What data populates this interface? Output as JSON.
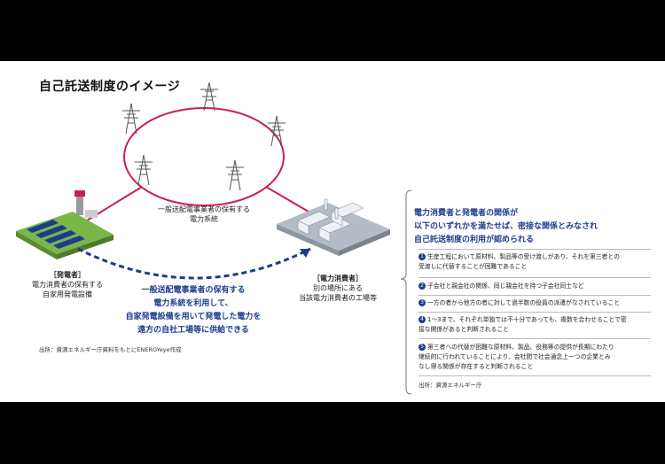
{
  "title": "自己託送制度のイメージ",
  "grid": {
    "label_line1": "一般送配電事業者の保有する",
    "label_line2": "電力系統"
  },
  "generator": {
    "tag": "［発電者］",
    "line1": "電力消費者の保有する",
    "line2": "自家用発電設備"
  },
  "consumer": {
    "tag": "［電力消費者］",
    "line1": "別の場所にある",
    "line2": "当該電力消費者の工場等"
  },
  "flow_text": {
    "line1": "一般送配電事業者の保有する",
    "line2": "電力系統を利用して、",
    "line3": "自家発電設備を用いて発電した電力を",
    "line4": "遠方の自社工場等に供給できる"
  },
  "left_source": "出所：資源エネルギー庁資料をもとにENERGYeye作成",
  "right_panel": {
    "heading_line1": "電力消費者と発電者の関係が",
    "heading_line2": "以下のいずれかを満たせば、密接な関係とみなされ",
    "heading_line3": "自己託送制度の利用が認められる",
    "conditions": [
      {
        "num": "1",
        "line1": "生産工程において原材料、製品等の受け渡しがあり、それを第三者との",
        "line2": "受渡しに代替することが困難であること"
      },
      {
        "num": "2",
        "line1": "子会社と親会社の関係、同じ親会社を持つ子会社同士など",
        "line2": ""
      },
      {
        "num": "3",
        "line1": "一方の者から他方の者に対して過半数の役員の派遣がなされていること",
        "line2": ""
      },
      {
        "num": "4",
        "line1": "1～3まで、それぞれ単独では不十分であっても、複数を合わせることで密",
        "line2": "接な関係があると判断されること"
      },
      {
        "num": "5",
        "line1": "第三者への代替が困難な原材料、製品、役務等の提供が長期にわたり",
        "line2": "継続的に行われていることにより、会社間で社会通念上一つの企業とみ",
        "line3": "なし得る関係が存在すると判断されること"
      }
    ],
    "source": "出所：資源エネルギー庁"
  },
  "colors": {
    "ring": "#c8214a",
    "accent_blue": "#1e3c8c",
    "field_green": "#7ab648",
    "factory_gray": "#b4bcc6"
  }
}
